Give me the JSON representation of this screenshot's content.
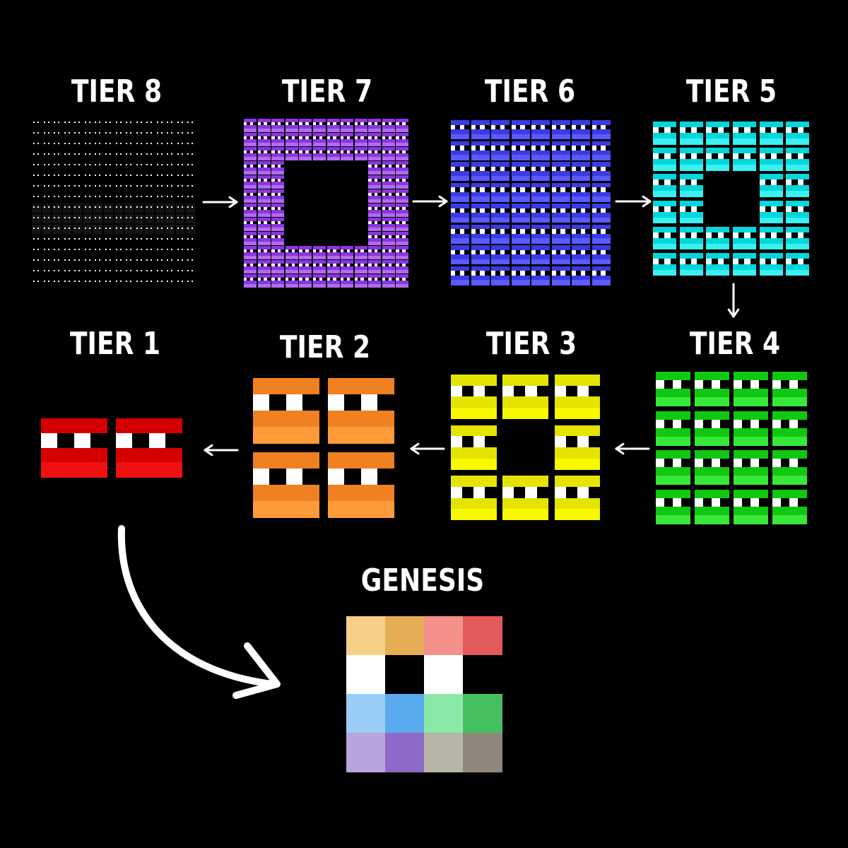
{
  "tiers": [
    {
      "id": "tier-8",
      "label": "TIER 8",
      "rows": 16,
      "cols": 16,
      "hole": [],
      "color": "#111111",
      "light": "#222222",
      "eye": "#ffffff",
      "style": "dots"
    },
    {
      "id": "tier-7",
      "label": "TIER 7",
      "rows": 12,
      "cols": 12,
      "hole": [
        3,
        8,
        3,
        8
      ],
      "color": "#8c35e0",
      "light": "#b06cf0",
      "eye": "#ffffff",
      "style": "sprite"
    },
    {
      "id": "tier-6",
      "label": "TIER 6",
      "rows": 8,
      "cols": 8,
      "hole": [],
      "color": "#3a3ae6",
      "light": "#5a5aff",
      "eye": "#ffffff",
      "style": "sprite"
    },
    {
      "id": "tier-5",
      "label": "TIER 5",
      "rows": 6,
      "cols": 6,
      "hole": [
        2,
        3,
        2,
        3
      ],
      "color": "#00d8dc",
      "light": "#3af0f0",
      "eye": "#ffffff",
      "style": "sprite"
    },
    {
      "id": "tier-4",
      "label": "TIER 4",
      "rows": 4,
      "cols": 4,
      "hole": [],
      "color": "#10c810",
      "light": "#38e838",
      "eye": "#ffffff",
      "style": "sprite"
    },
    {
      "id": "tier-3",
      "label": "TIER 3",
      "rows": 3,
      "cols": 3,
      "hole": [
        1,
        1,
        1,
        1
      ],
      "color": "#e4e400",
      "light": "#f8f800",
      "eye": "#ffffff",
      "style": "sprite"
    },
    {
      "id": "tier-2",
      "label": "TIER 2",
      "rows": 2,
      "cols": 2,
      "hole": [],
      "color": "#f08020",
      "light": "#ff9a3a",
      "eye": "#ffffff",
      "style": "sprite"
    },
    {
      "id": "tier-1",
      "label": "TIER 1",
      "rows": 1,
      "cols": 2,
      "hole": [],
      "color": "#d40000",
      "light": "#f01010",
      "eye": "#ffffff",
      "style": "sprite"
    }
  ],
  "genesis": {
    "label": "GENESIS",
    "rows": [
      [
        "#f5cf87",
        "#e5ae55",
        "#f4908a",
        "#e25a5a"
      ],
      [
        "#ffffff",
        "#000000",
        "#ffffff",
        "#000000"
      ],
      [
        "#9acdf5",
        "#5aabee",
        "#8ae8a8",
        "#45c060"
      ],
      [
        "#b8a4dc",
        "#8e6ac8",
        "#b8b4a8",
        "#8e887c"
      ]
    ]
  },
  "arrows": [
    "tier-8-to-tier-7",
    "tier-7-to-tier-6",
    "tier-6-to-tier-5",
    "tier-5-to-tier-4",
    "tier-4-to-tier-3",
    "tier-3-to-tier-2",
    "tier-2-to-tier-1",
    "tier-1-to-genesis"
  ]
}
